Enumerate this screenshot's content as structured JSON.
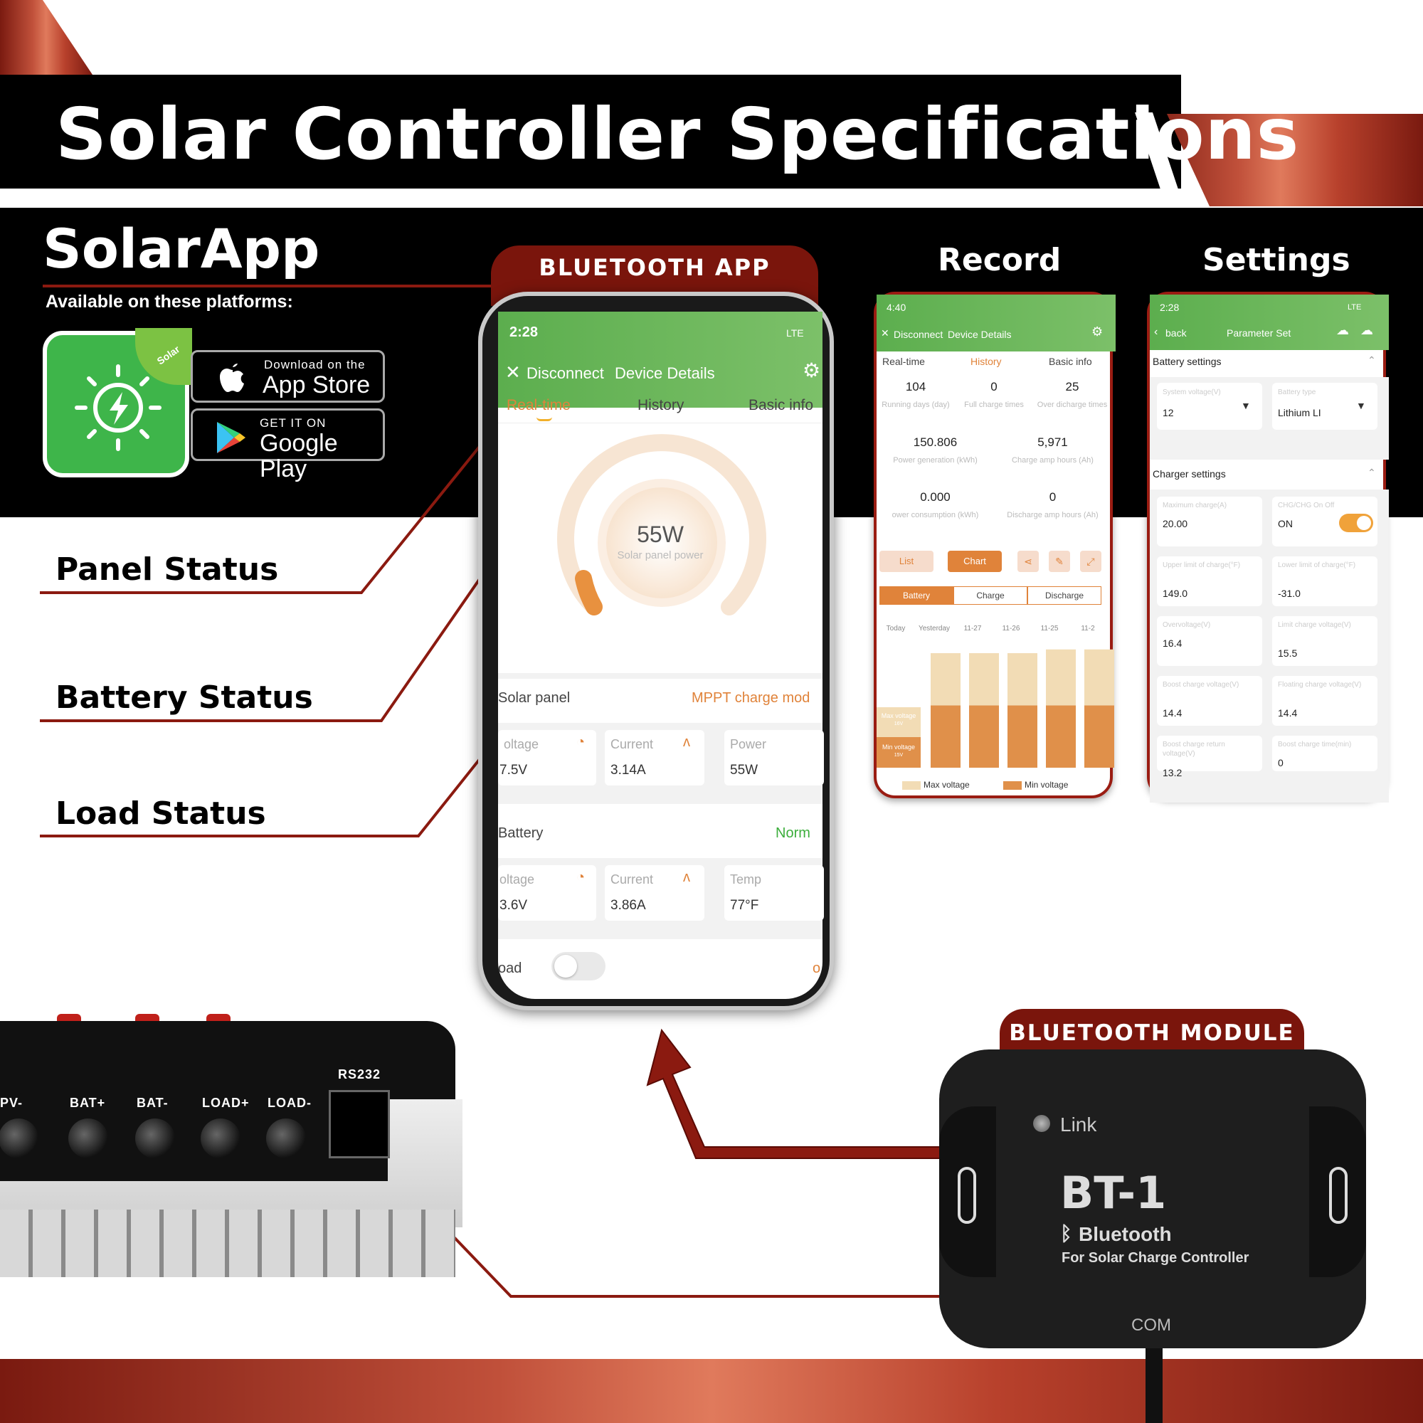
{
  "page": {
    "title": "Solar Controller Specifications",
    "app_name": "SolarApp",
    "available_text": "Available on these platforms:",
    "icon_badge": "Solar"
  },
  "stores": {
    "apple_small": "Download on the",
    "apple_big": "App Store",
    "google_small": "GET IT ON",
    "google_big": "Google Play"
  },
  "labels": {
    "panel_status": "Panel Status",
    "battery_status": "Battery Status",
    "load_status": "Load Status",
    "bluetooth_app": "BLUETOOTH APP",
    "record": "Record",
    "settings": "Settings",
    "bluetooth_module": "BLUETOOTH MODULE"
  },
  "main_phone": {
    "time": "2:28",
    "network": "LTE",
    "header_close": "Disconnect",
    "header_title": "Device Details",
    "tabs": [
      "Real-time",
      "History",
      "Basic info"
    ],
    "gauge_value": "55W",
    "gauge_label": "Solar panel power",
    "gauge_fraction": 0.08,
    "solar": {
      "label": "Solar panel",
      "mode": "MPPT charge mod",
      "cards": [
        {
          "label": "oltage",
          "value": "7.5V"
        },
        {
          "label": "Current",
          "value": "3.14A"
        },
        {
          "label": "Power",
          "value": "55W"
        }
      ]
    },
    "battery": {
      "label": "Battery",
      "status": "Norm",
      "cards": [
        {
          "label": "oltage",
          "value": "3.6V"
        },
        {
          "label": "Current",
          "value": "3.86A"
        },
        {
          "label": "Temp",
          "value": "77°F"
        }
      ]
    },
    "load": {
      "label": "oad",
      "state": "o"
    }
  },
  "record_phone": {
    "time": "4:40",
    "header_close": "Disconnect",
    "header_title": "Device Details",
    "tabs": [
      "Real-time",
      "History",
      "Basic info"
    ],
    "stats": [
      {
        "value": "104",
        "label": "Running days (day)"
      },
      {
        "value": "0",
        "label": "Full charge times"
      },
      {
        "value": "25",
        "label": "Over dicharge times"
      },
      {
        "value": "150.806",
        "label": "Power generation (kWh)"
      },
      {
        "value": "5,971",
        "label": "Charge amp hours (Ah)"
      },
      {
        "value": "0.000",
        "label": "ower consumption (kWh)"
      },
      {
        "value": "0",
        "label": "Discharge amp hours (Ah)"
      }
    ],
    "buttons": [
      "List",
      "Chart"
    ],
    "chart_tabs": [
      "Battery",
      "Charge",
      "Discharge"
    ],
    "chart_days": [
      "Today",
      "Yesterday",
      "11-27",
      "11-26",
      "11-25",
      "11-2"
    ],
    "bar_max": [
      0.0,
      0.92,
      0.92,
      0.92,
      0.95,
      0.95
    ],
    "bar_min": [
      0.0,
      0.5,
      0.5,
      0.5,
      0.5,
      0.5
    ],
    "today_labels": [
      "Max voltage",
      "16V",
      "Min voltage",
      "15V"
    ],
    "legend": [
      "Max voltage",
      "Min voltage"
    ],
    "colors": {
      "max": "#f2dcb5",
      "min": "#e0904a"
    }
  },
  "settings_phone": {
    "time": "2:28",
    "network": "LTE",
    "back": "back",
    "title": "Parameter Set",
    "section1": "Battery settings",
    "system_voltage_label": "System voltage(V)",
    "system_voltage": "12",
    "battery_type_label": "Battery type",
    "battery_type": "Lithium LI",
    "section2": "Charger settings",
    "fields": [
      {
        "label": "Maximum charge(A)",
        "value": "20.00"
      },
      {
        "label": "CHG/CHG On Off",
        "value": "ON"
      },
      {
        "label": "Upper limit of charge(°F)",
        "value": "149.0"
      },
      {
        "label": "Lower limit of charge(°F)",
        "value": "-31.0"
      },
      {
        "label": "Overvoltage(V)",
        "value": "16.4"
      },
      {
        "label": "Limit charge voltage(V)",
        "value": "15.5"
      },
      {
        "label": "Boost charge voltage(V)",
        "value": "14.4"
      },
      {
        "label": "Floating charge voltage(V)",
        "value": "14.4"
      },
      {
        "label": "Boost charge return voltage(V)",
        "value": "13.2"
      },
      {
        "label": "Boost charge time(min)",
        "value": "0"
      }
    ]
  },
  "controller": {
    "ports": [
      "PV-",
      "BAT+",
      "BAT-",
      "LOAD+",
      "LOAD-"
    ],
    "rs232": "RS232"
  },
  "module": {
    "link": "Link",
    "model": "BT-1",
    "bluetooth": "Bluetooth",
    "subtitle": "For Solar Charge Controller",
    "com": "COM"
  },
  "colors": {
    "accent_red": "#8b1a10",
    "green": "#6cb85a",
    "orange": "#e0833a"
  }
}
